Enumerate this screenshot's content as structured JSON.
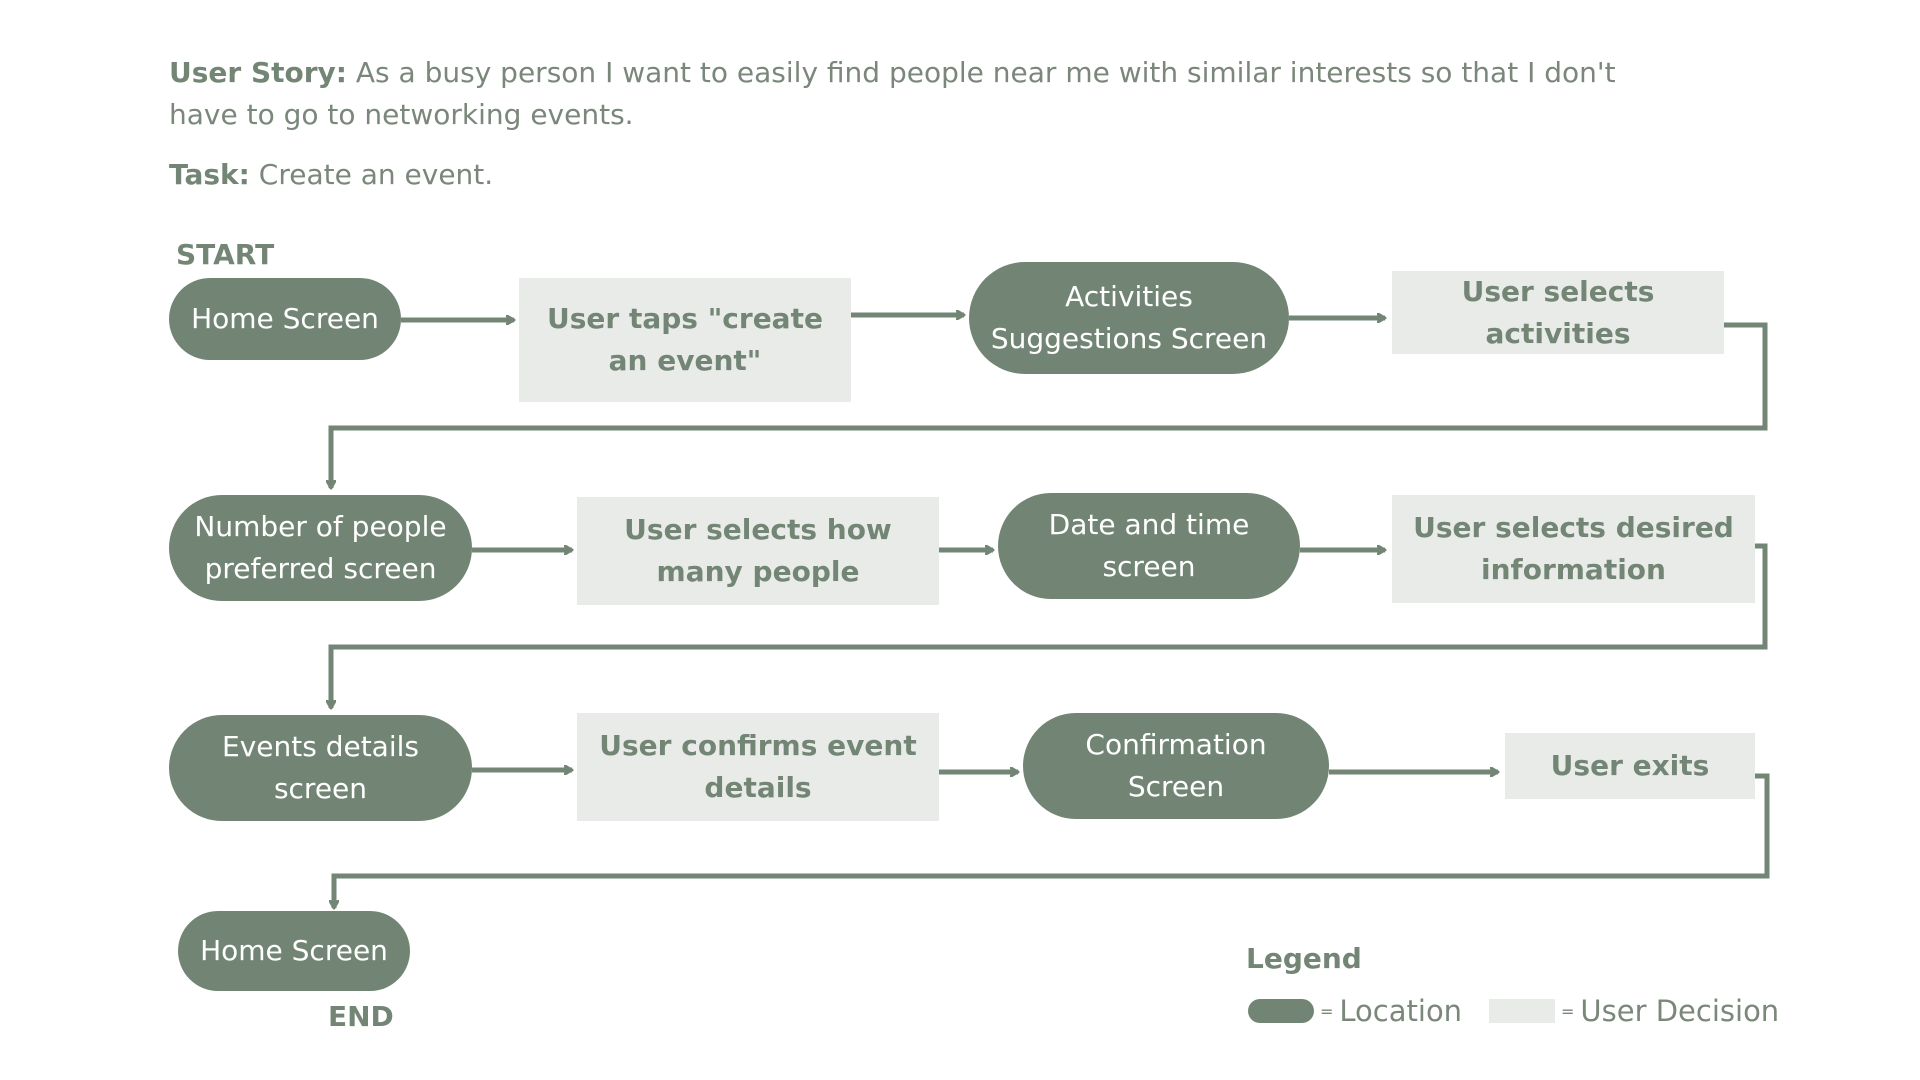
{
  "intro": {
    "story_label": "User Story:",
    "story_text": "As a busy person I want to easily find people near me with similar interests so that I don't have to go to networking events.",
    "task_label": "Task:",
    "task_text": "Create an event."
  },
  "markers": {
    "start": "START",
    "end": "END"
  },
  "nodes": {
    "home_start": "Home Screen",
    "taps_create": "User taps \"create an event\"",
    "activities_screen": "Activities Suggestions Screen",
    "selects_activities": "User selects activities",
    "people_screen": "Number of people preferred screen",
    "selects_people": "User selects how many people",
    "datetime_screen": "Date and time screen",
    "selects_info": "User selects desired information",
    "details_screen": "Events details screen",
    "confirms_details": "User confirms event details",
    "confirmation_screen": "Confirmation Screen",
    "user_exits": "User exits",
    "home_end": "Home Screen"
  },
  "legend": {
    "title": "Legend",
    "eq": "=",
    "location_label": "Location",
    "decision_label": "User Decision"
  },
  "colors": {
    "location_fill": "#728574",
    "decision_fill": "#e9ebe9",
    "connector": "#738574",
    "text": "#7a877a"
  }
}
